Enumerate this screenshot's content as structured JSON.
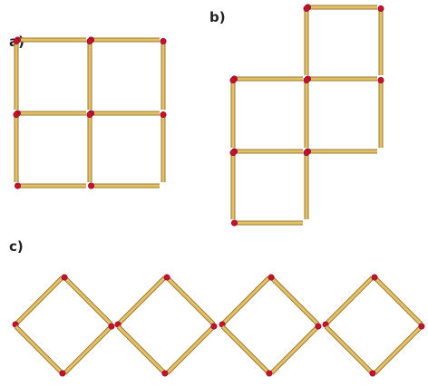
{
  "labels": {
    "a": "a)",
    "b": "b)",
    "c": "c)"
  },
  "colors": {
    "stick_fill": "#e3c168",
    "stick_edge": "#9c7a2a",
    "head": "#c8102e",
    "head_dark": "#8a0a1e",
    "background": "#ffffff"
  },
  "figures": {
    "a": {
      "shape": "2x2 grid of squares",
      "matchstick_count": 12
    },
    "b": {
      "shape": "four squares in a staircase arrangement",
      "matchstick_count": 13
    },
    "c": {
      "shape": "row of four diamonds touching at corners",
      "matchstick_count": 16
    }
  }
}
